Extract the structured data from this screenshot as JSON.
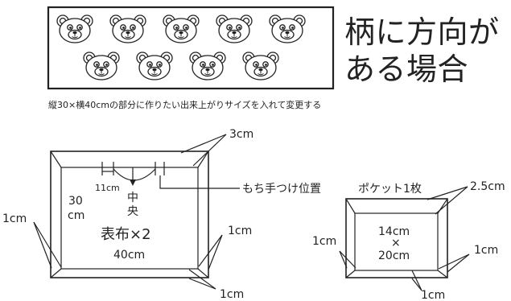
{
  "title_lines": [
    "柄に方向が",
    "ある場合"
  ],
  "note": "縦30×横40cmの部分に作りたい出来上がりサイズを入れて変更する",
  "pattern": {
    "bear_rows": [
      5,
      4
    ]
  },
  "main_piece": {
    "label_3cm": "3cm",
    "label_11cm": "11cm",
    "center_char_1": "中",
    "center_char_2": "央",
    "label_30": "30",
    "label_30_unit": "cm",
    "fabric_label": "表布×2",
    "width_label": "40cm",
    "attach_label": "もち手つけ位置",
    "margin_left": "1cm",
    "margin_right": "1cm",
    "margin_bottom": "1cm"
  },
  "pocket": {
    "title": "ポケット1枚",
    "label_25": "2.5cm",
    "dim_line1": "14cm",
    "dim_line2": "×",
    "dim_line3": "20cm",
    "margin_left": "1cm",
    "margin_right": "1cm",
    "margin_bottom": "1cm"
  }
}
